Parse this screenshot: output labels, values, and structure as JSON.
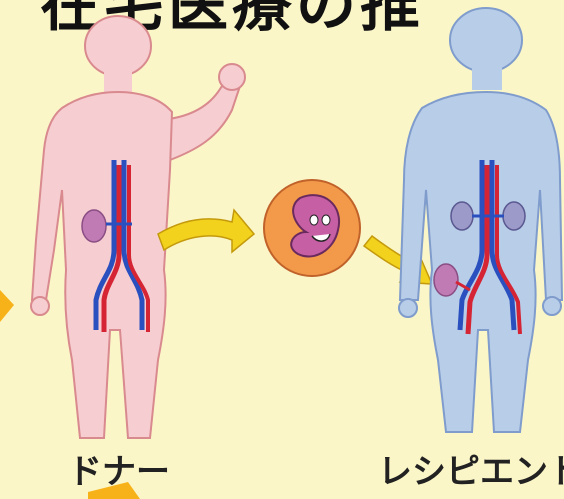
{
  "title": "在宅医療の推",
  "donor_label": "ドナー",
  "recipient_label": "レシピエント",
  "colors": {
    "background": "#fbf6c8",
    "donor_fill": "#f6cdd0",
    "donor_outline": "#d98a8f",
    "recipient_fill": "#b8cde8",
    "recipient_outline": "#7f9ccc",
    "kidney": "#c07bb4",
    "vein": "#2a4fbf",
    "artery": "#d52535",
    "arrow": "#f2d21c",
    "circle": "#f39a4a",
    "slide_arrow": "#f7b21a"
  },
  "icons": [
    "kidney-character-icon",
    "transfer-arrow-icon"
  ]
}
